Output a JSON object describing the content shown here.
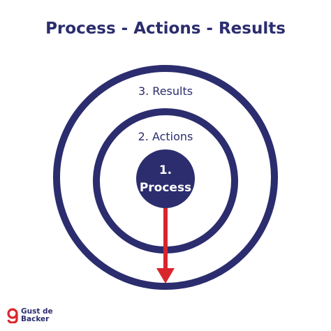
{
  "title": "Process - Actions - Results",
  "rings": {
    "outer_label": "3. Results",
    "middle_label": "2. Actions",
    "inner_line1": "1.",
    "inner_line2": "Process"
  },
  "logo": {
    "line1": "Gust de",
    "line2": "Backer"
  },
  "colors": {
    "navy": "#2b2d6e",
    "red": "#d9262c",
    "background": "#ffffff"
  }
}
